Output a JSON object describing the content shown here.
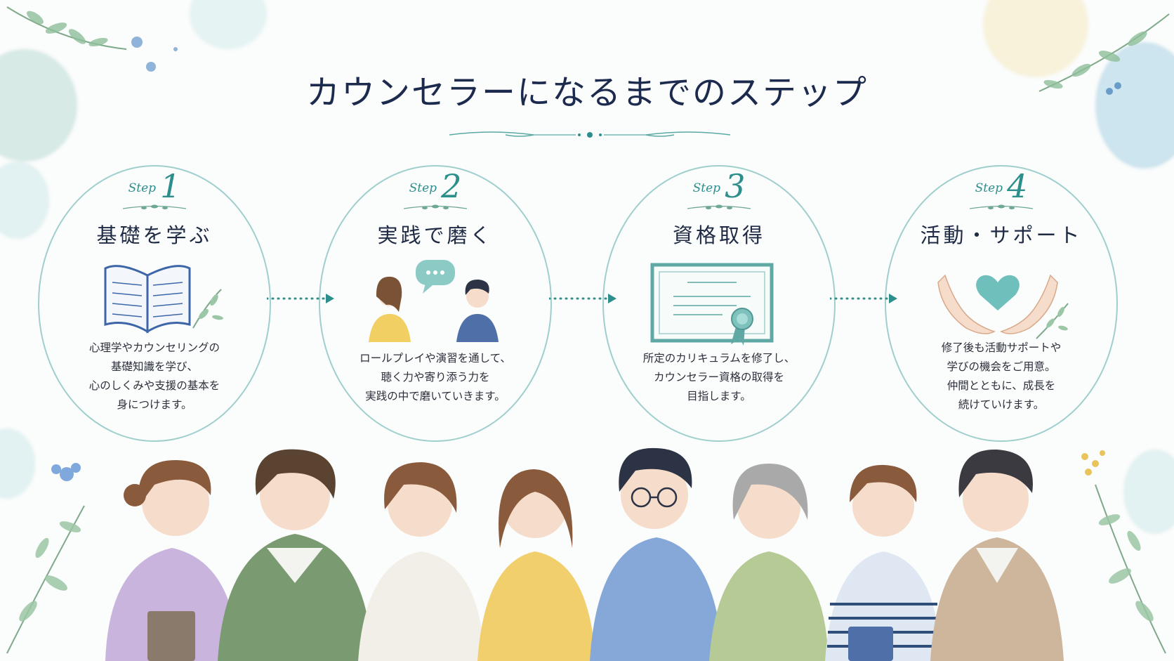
{
  "title": "カウンセラーになるまでのステップ",
  "step_word": "Step",
  "steps": [
    {
      "number": "1",
      "title": "基礎を学ぶ",
      "icon": "open-book-icon",
      "description": [
        "心理学やカウンセリングの",
        "基礎知識を学び、",
        "心のしくみや支援の基本を",
        "身につけます。"
      ]
    },
    {
      "number": "2",
      "title": "実践で磨く",
      "icon": "conversation-icon",
      "description": [
        "ロールプレイや演習を通して、",
        "聴く力や寄り添う力を",
        "実践の中で磨いていきます。"
      ]
    },
    {
      "number": "3",
      "title": "資格取得",
      "icon": "certificate-icon",
      "description": [
        "所定のカリキュラムを修了し、",
        "カウンセラー資格の取得を",
        "目指します。"
      ]
    },
    {
      "number": "4",
      "title": "活動・サポート",
      "icon": "heart-hands-icon",
      "description": [
        "修了後も活動サポートや",
        "学びの機会をご用意。",
        "仲間とともに、成長を",
        "続けていけます。"
      ]
    }
  ],
  "colors": {
    "accent": "#2c8f8c",
    "title": "#1b2a4d",
    "oval": "#9fcfcc"
  }
}
